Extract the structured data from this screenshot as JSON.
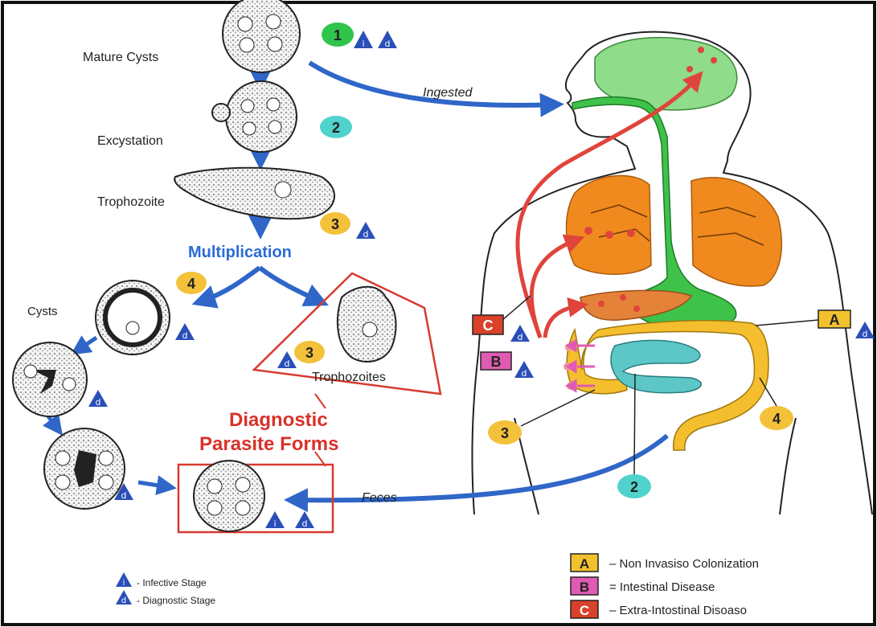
{
  "labels": {
    "mature_cysts": "Mature Cysts",
    "excystation": "Excystation",
    "trophozoite": "Trophozoite",
    "multiplication": "Multiplication",
    "cysts": "Cysts",
    "trophozoites": "Trophozoites",
    "diagnostic_line1": "Diagnostic",
    "diagnostic_line2": "Parasite Forms",
    "ingested": "Ingested",
    "feces": "Feces"
  },
  "step_numbers": {
    "s1": "1",
    "s2": "2",
    "s3": "3",
    "s4": "4"
  },
  "stage_letters": {
    "infective": "i",
    "diagnostic": "d"
  },
  "organ_boxes": {
    "a": "A",
    "b": "B",
    "c": "C"
  },
  "legend_left": [
    {
      "letter": "i",
      "text": "- Infective Stage"
    },
    {
      "letter": "d",
      "text": "- Diagnostic Stage"
    }
  ],
  "legend_right": [
    {
      "letter": "A",
      "text": "– Non Invasiso Colonization",
      "color": "#f2c12e"
    },
    {
      "letter": "B",
      "text": "= Intestinal Disease",
      "color": "#e05bb3"
    },
    {
      "letter": "C",
      "text": "– Extra-Intostinal Disoaso",
      "color": "#d9412a"
    }
  ],
  "colors": {
    "blue_arrow": "#2f66c8",
    "red_arrow": "#e0443a",
    "red_box": "#d83a30",
    "green_tract": "#3ec24a",
    "brain": "#8fdc8a",
    "lung": "#f08a1e",
    "liver": "#e4823a",
    "intestine": "#f4be2e",
    "small_intestine": "#5dc7c7",
    "badge_green": "#2fc44a",
    "badge_yellow": "#f3c13a",
    "badge_teal": "#4fd3cc",
    "triangle_blue": "#2b4fb8",
    "multiplication_text": "#2b6bd6",
    "diagnostic_text": "#d8322a"
  }
}
